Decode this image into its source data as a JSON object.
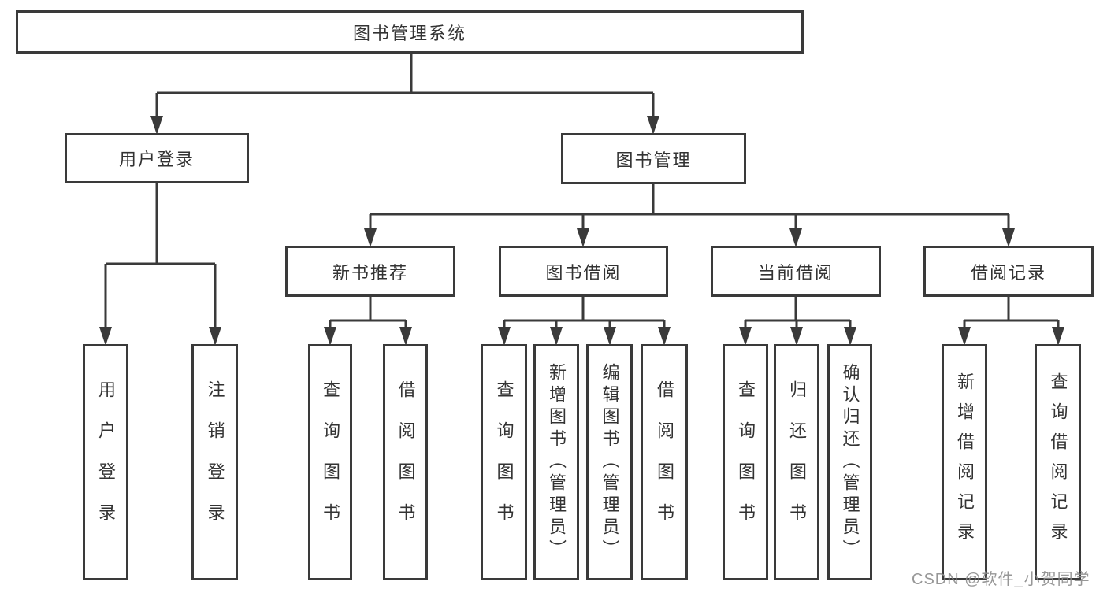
{
  "title": "图书管理系统",
  "nodes": {
    "root": "图书管理系统",
    "l2": [
      "用户登录",
      "图书管理"
    ],
    "l3": [
      "新书推荐",
      "图书借阅",
      "当前借阅",
      "借阅记录"
    ],
    "leaf": [
      "用户登录",
      "注销登录",
      "查询图书",
      "借阅图书",
      "查询图书",
      "新增图书（管理员）",
      "编辑图书（管理员）",
      "借阅图书",
      "查询图书",
      "归还图书",
      "确认归还（管理员）",
      "新增借阅记录",
      "查询借阅记录"
    ]
  },
  "hierarchy": {
    "图书管理系统": {
      "用户登录": [
        "用户登录",
        "注销登录"
      ],
      "图书管理": {
        "新书推荐": [
          "查询图书",
          "借阅图书"
        ],
        "图书借阅": [
          "查询图书",
          "新增图书（管理员）",
          "编辑图书（管理员）",
          "借阅图书"
        ],
        "当前借阅": [
          "查询图书",
          "归还图书",
          "确认归还（管理员）"
        ],
        "借阅记录": [
          "新增借阅记录",
          "查询借阅记录"
        ]
      }
    }
  },
  "watermark": "CSDN @软件_小贺同学",
  "colors": {
    "line": "#3a3a3a",
    "text": "#333333",
    "watermark": "#8c8c8c",
    "background": "#ffffff"
  }
}
